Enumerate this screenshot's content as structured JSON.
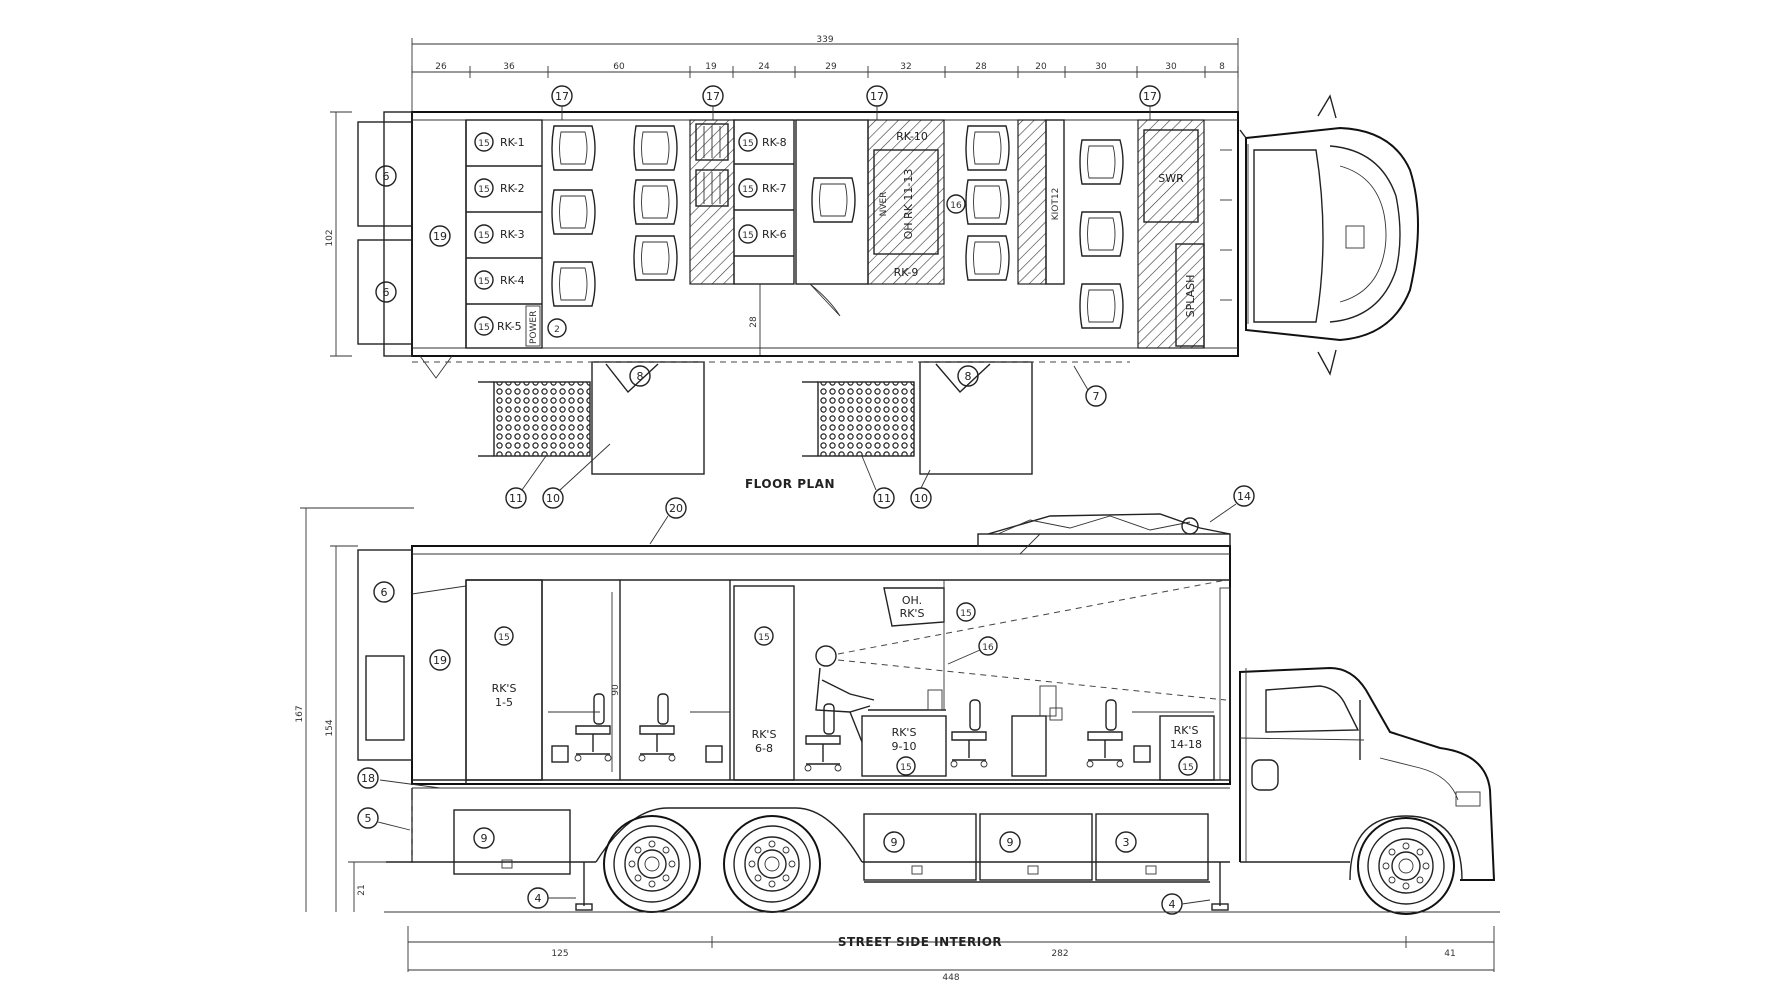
{
  "captions": {
    "floor_plan": "FLOOR PLAN",
    "street_side": "STREET SIDE INTERIOR"
  },
  "top_dims": {
    "overall": "339",
    "segments": [
      "26",
      "36",
      "60",
      "19",
      "24",
      "29",
      "32",
      "28",
      "20",
      "30",
      "30",
      "8"
    ],
    "width": "102",
    "aisle": "28"
  },
  "side_dims": {
    "total_height": "167",
    "body_height": "154",
    "ground_clearance": "21",
    "interior_height": "90",
    "bottom_segments": [
      "125",
      "282",
      "41"
    ],
    "overall_length": "448"
  },
  "racks": {
    "rk1": "RK-1",
    "rk2": "RK-2",
    "rk3": "RK-3",
    "rk4": "RK-4",
    "rk5": "RK-5",
    "rk6": "RK-6",
    "rk7": "RK-7",
    "rk8": "RK-8",
    "rk10": "RK-10",
    "rk9": "RK-9",
    "oh_rk": "OH RK 11-13"
  },
  "labels": {
    "power": "POWER",
    "nvr": "NVER",
    "kiosk": "KIOT12",
    "swr": "SWR",
    "splash": "SPLASH",
    "oh_rks_l1": "OH.",
    "oh_rks_l2": "RK'S",
    "rks_1_5_l1": "RK'S",
    "rks_1_5_l2": "1-5",
    "rks_6_8_l1": "RK'S",
    "rks_6_8_l2": "6-8",
    "rks_9_10_l1": "RK'S",
    "rks_9_10_l2": "9-10",
    "rks_14_18_l1": "RK'S",
    "rks_14_18_l2": "14-18"
  },
  "callouts": {
    "c2": "2",
    "c3": "3",
    "c4": "4",
    "c5": "5",
    "c6": "6",
    "c7": "7",
    "c8": "8",
    "c9": "9",
    "c10": "10",
    "c11": "11",
    "c14": "14",
    "c15": "15",
    "c16": "16",
    "c17": "17",
    "c18": "18",
    "c19": "19",
    "c20": "20"
  }
}
